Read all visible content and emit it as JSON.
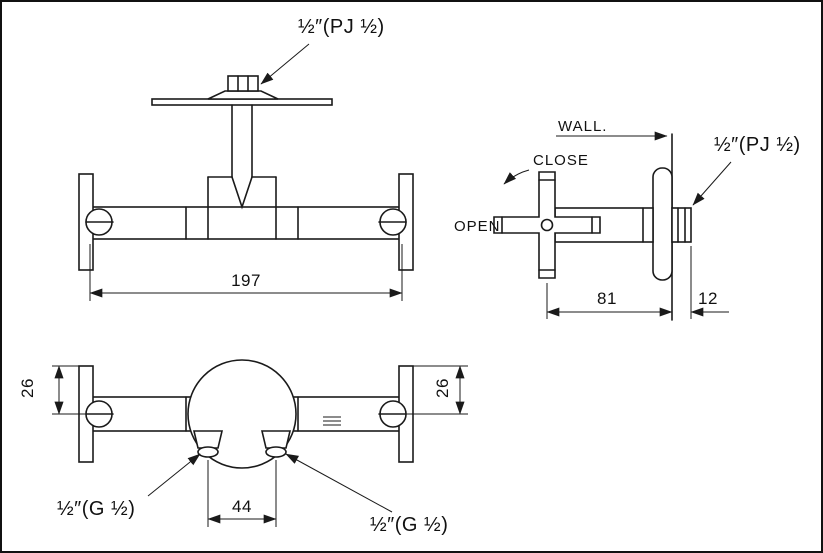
{
  "colors": {
    "line": "#1a1a1a",
    "background": "#ffffff"
  },
  "labels": {
    "front_connection": "½″(PJ ½)",
    "side_connection": "½″(PJ ½)",
    "wall": "WALL.",
    "close": "CLOSE",
    "open": "OPEN",
    "outlet_left": "½″(G ½)",
    "outlet_right": "½″(G ½)"
  },
  "dimensions": {
    "overall_width": "197",
    "handle_to_wall": "81",
    "wall_protrusion": "12",
    "outlet_spacing": "44",
    "handle_radius_left": "26",
    "handle_radius_right": "26"
  }
}
